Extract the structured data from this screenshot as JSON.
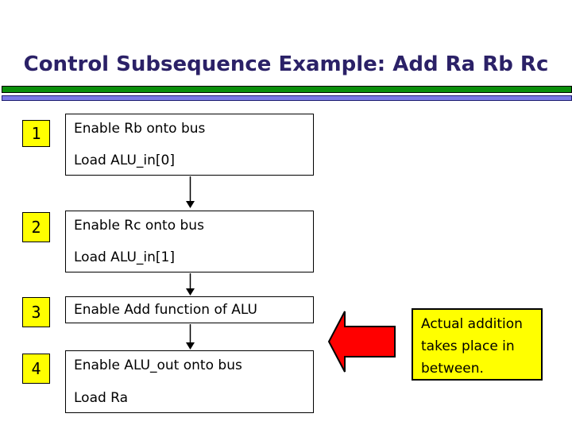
{
  "slide": {
    "title": "Control Subsequence Example: Add Ra Rb Rc",
    "colors": {
      "title_text": "#2B2167",
      "rule_green": "#0A8F0A",
      "rule_purple": "#7A7AE6",
      "step_number_bg": "#FFFF00",
      "step_box_border": "#000000",
      "callout_bg": "#FFFF00",
      "arrow_red": "#FF0000"
    },
    "icons": {
      "red_arrow": "left-block-arrow",
      "flow_connector": "down-arrow"
    },
    "steps": [
      {
        "number": "1",
        "lines": [
          "Enable Rb onto bus",
          "Load ALU_in[0]"
        ]
      },
      {
        "number": "2",
        "lines": [
          "Enable Rc onto bus",
          "Load ALU_in[1]"
        ]
      },
      {
        "number": "3",
        "lines": [
          "Enable Add function of ALU"
        ]
      },
      {
        "number": "4",
        "lines": [
          "Enable ALU_out onto bus",
          "Load Ra"
        ]
      }
    ],
    "callout": {
      "lines": [
        "Actual addition",
        "takes place in",
        "between."
      ]
    }
  }
}
